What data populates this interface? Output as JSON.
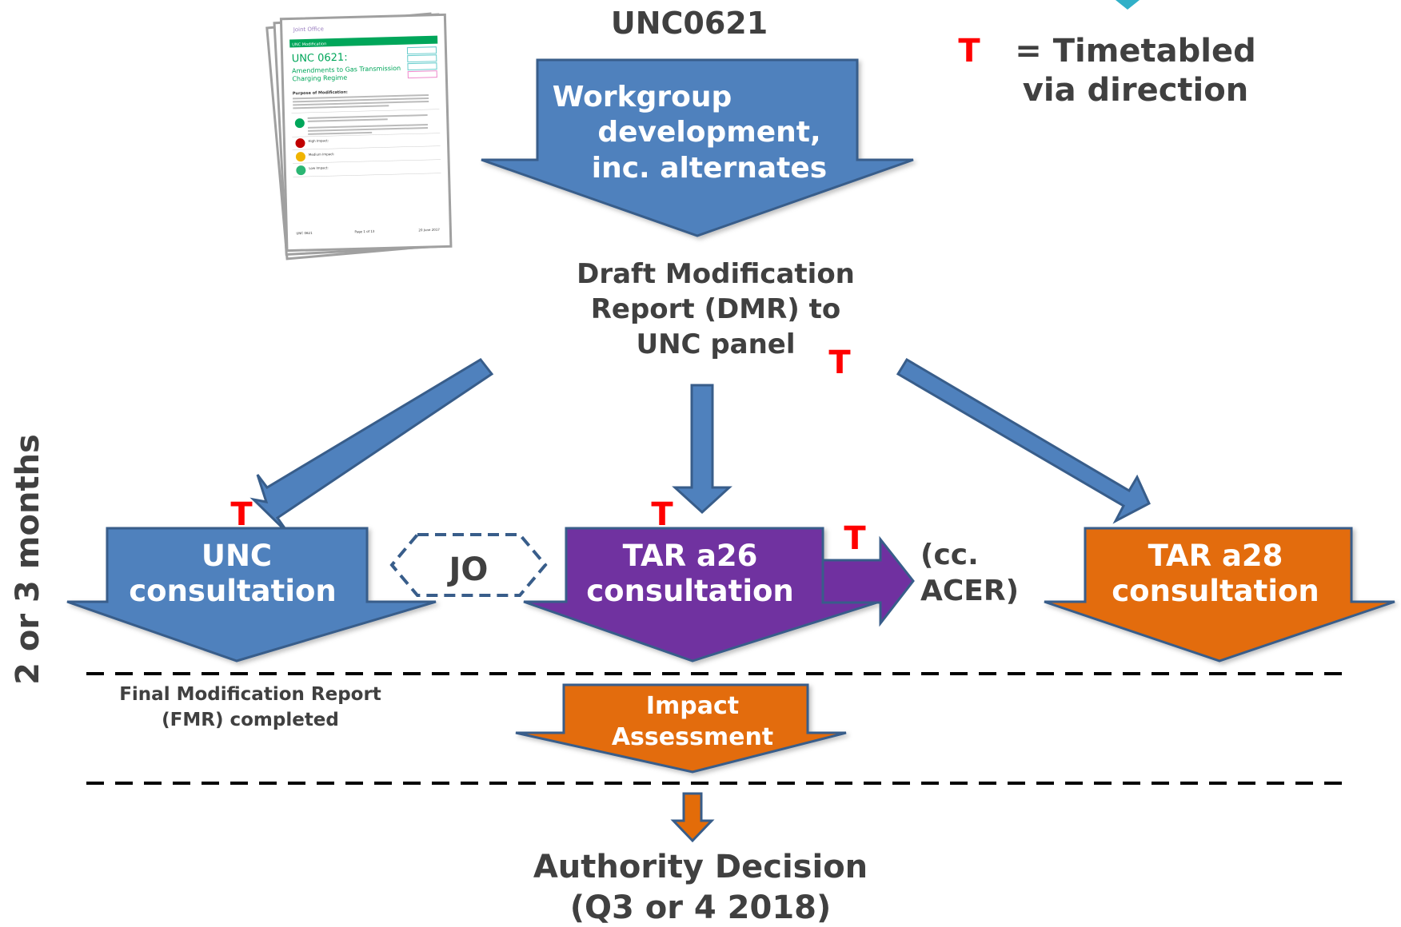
{
  "title": "UNC0621",
  "legend": {
    "t_symbol": "T",
    "line1": "= Timetabled",
    "line2": "via direction"
  },
  "thumbnail": {
    "logo": "Joint Office",
    "header_left": "UNC Modification",
    "doc_title_line1": "UNC 0621:",
    "doc_title_line2": "Amendments to Gas Transmission",
    "doc_title_line3": "Charging Regime",
    "purpose_heading": "Purpose of Modification:",
    "impacts": [
      "High Impact:",
      "Medium Impact:",
      "Low Impact:"
    ],
    "footer_left": "UNC 0621",
    "footer_mid": "Page 1 of 13",
    "footer_right": "20 June 2017"
  },
  "workgroup": {
    "line1": "Workgroup",
    "line2": "development,",
    "line3": "inc. alternates"
  },
  "dmr": {
    "line1": "Draft Modification",
    "line2": "Report (DMR) to",
    "line3": "UNC panel"
  },
  "t_marker": "T",
  "unc_consultation": {
    "line1": "UNC",
    "line2": "consultation"
  },
  "jo": "JO",
  "tar26": {
    "line1": "TAR a26",
    "line2": "consultation"
  },
  "cc_acer": {
    "line1": "(cc.",
    "line2": "ACER)"
  },
  "tar28": {
    "line1": "TAR a28",
    "line2": "consultation"
  },
  "side_label": "2 or 3 months",
  "fmr": {
    "line1": "Final Modification Report",
    "line2": "(FMR) completed"
  },
  "impact": {
    "line1": "Impact",
    "line2": "Assessment"
  },
  "authority": {
    "line1": "Authority Decision",
    "line2": "(Q3 or 4 2018)"
  },
  "colors": {
    "blue": "#4f81bd",
    "purple": "#7030a0",
    "orange": "#e36c09",
    "dark_border": "#385d8a",
    "red": "#ff0000",
    "teal": "#31b0c8",
    "green": "#00a65a"
  }
}
